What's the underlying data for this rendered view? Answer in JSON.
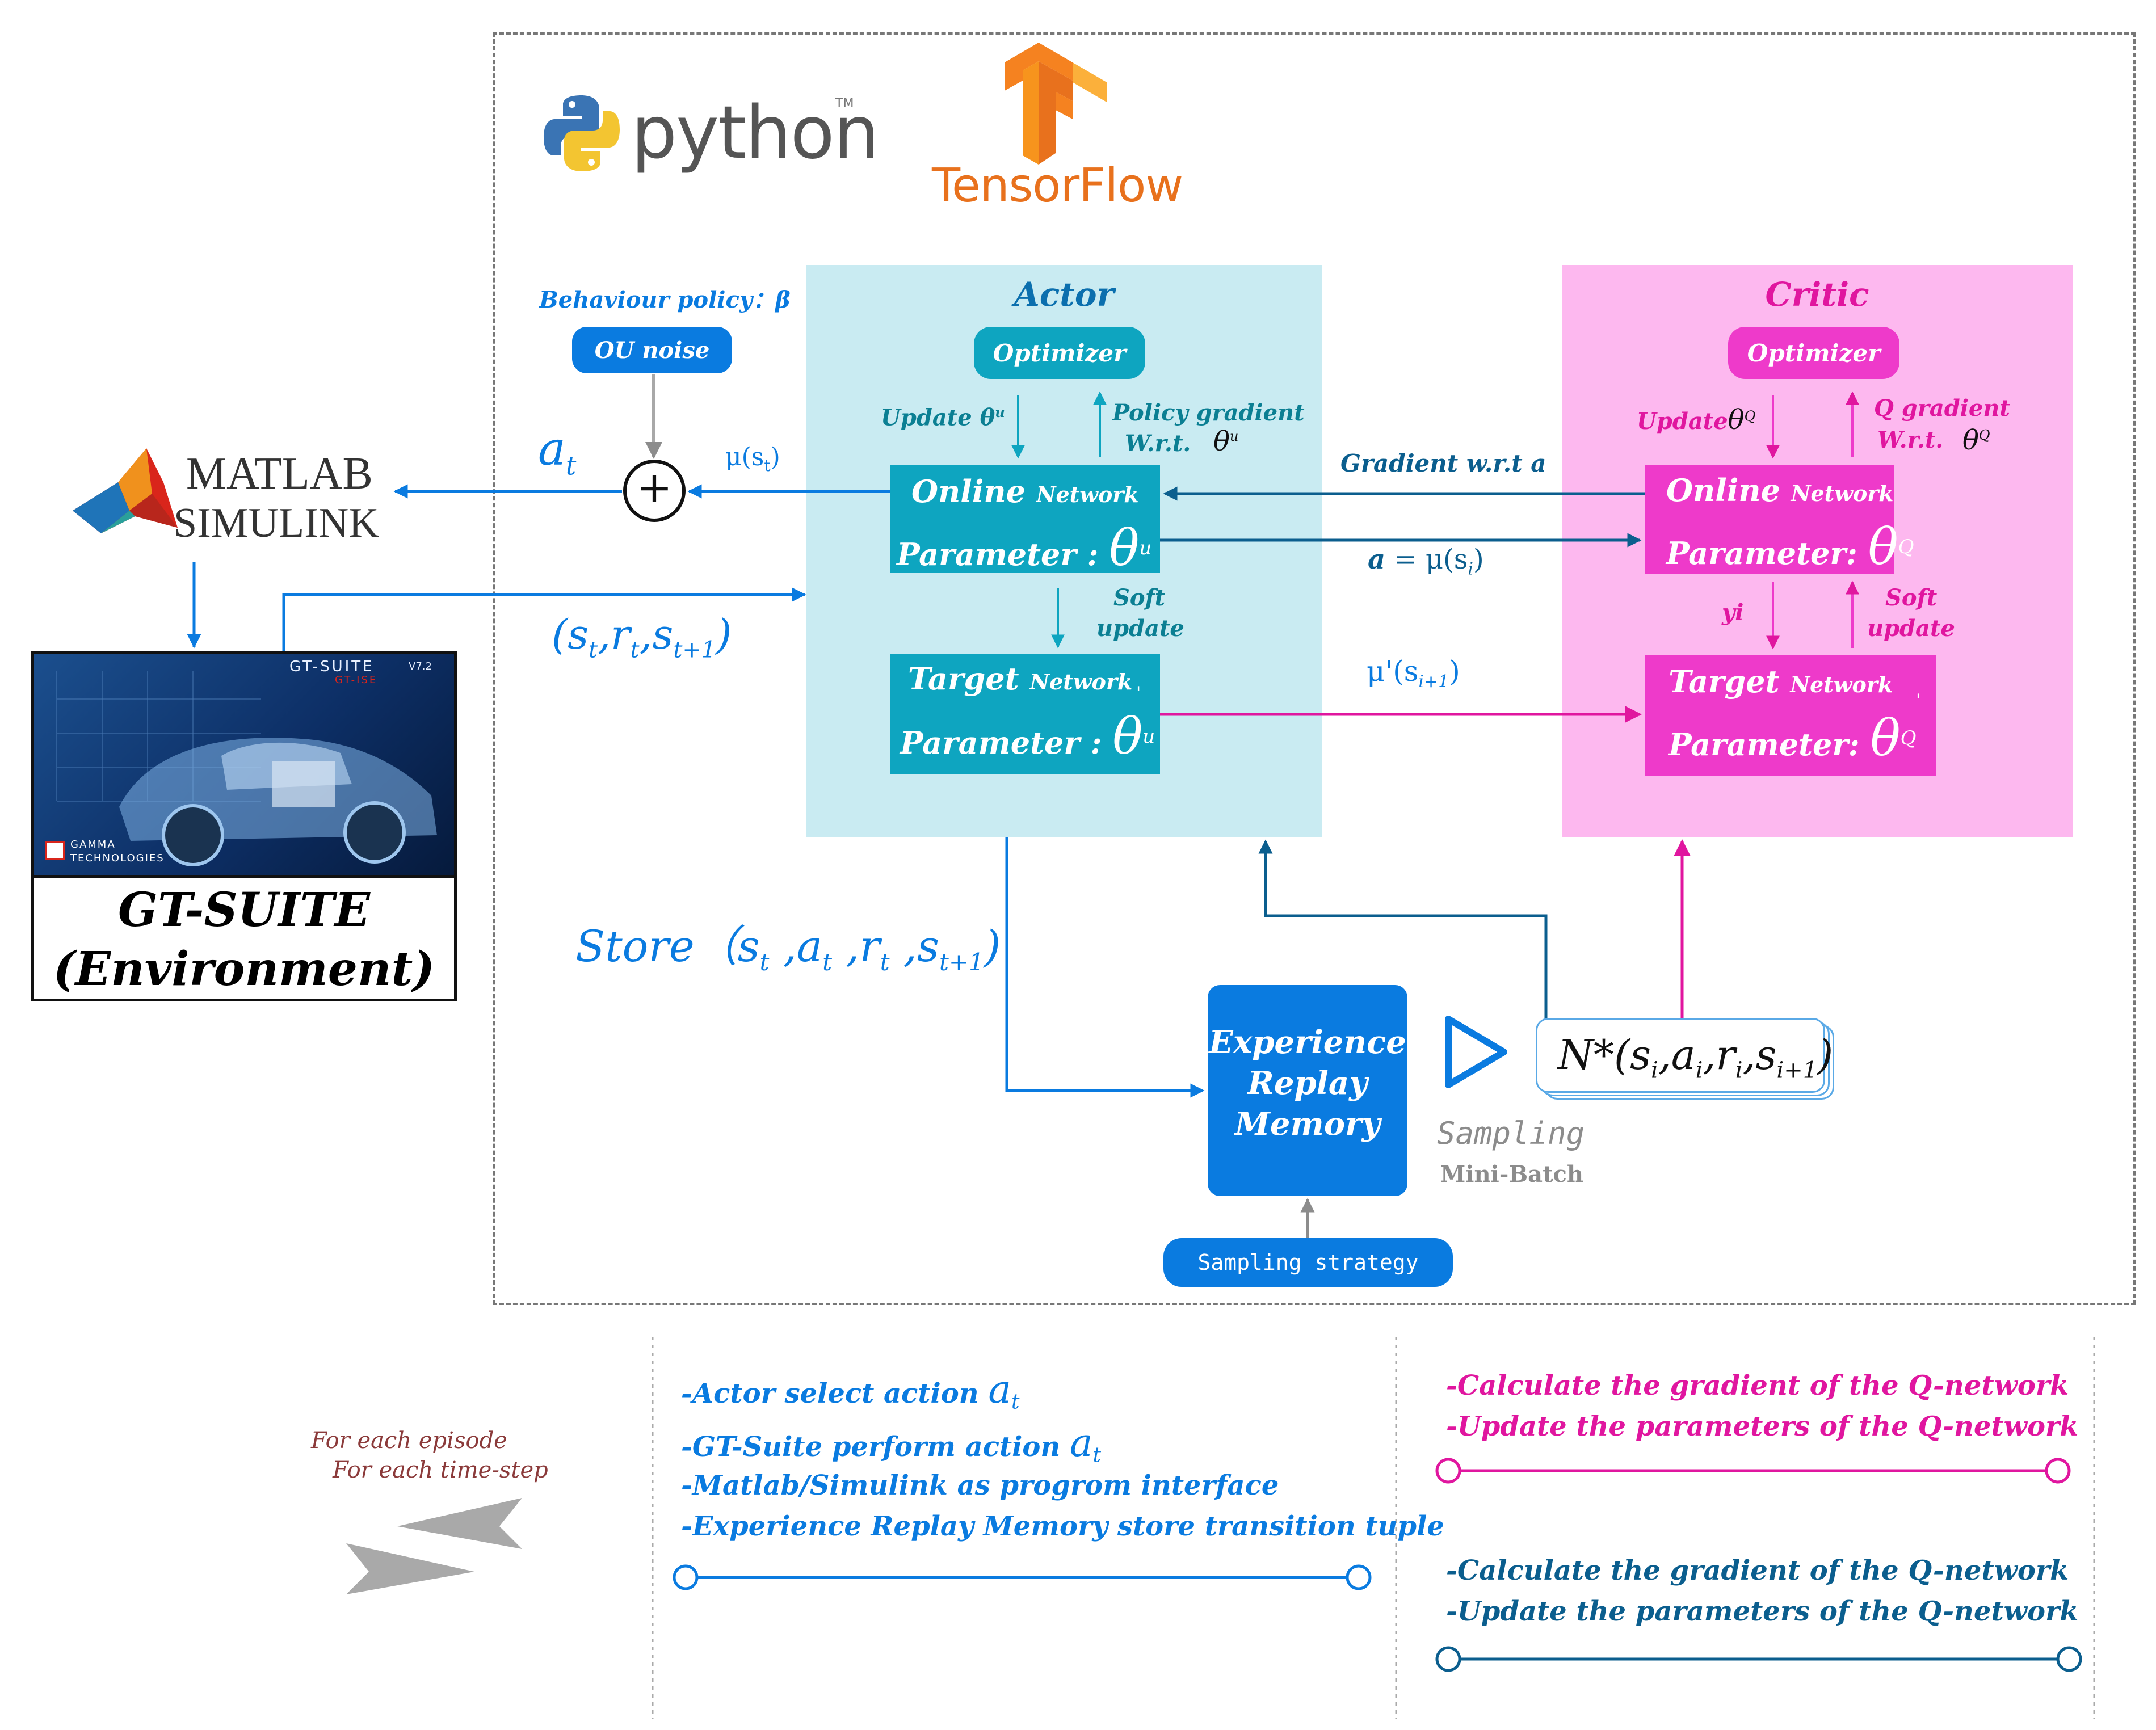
{
  "logos": {
    "python": "python",
    "python_tm": "TM",
    "tensorflow": "TensorFlow",
    "matlab_line1": "MATLAB",
    "matlab_line2": "SIMULINK",
    "gt_header": "GT-SUITE",
    "gt_version": "V7.2",
    "gt_sub": "GT-ISE",
    "gamma_line1": "GAMMA",
    "gamma_line2": "TECHNOLOGIES"
  },
  "environment": {
    "title": "GT-SUITE",
    "subtitle": "(Environment)"
  },
  "behaviour": {
    "label": "Behaviour policy：β",
    "noise": "OU noise",
    "action": "a",
    "action_sub": "t",
    "mu": "μ(s",
    "mu_sub": "t",
    "mu_close": ")",
    "plus": "+"
  },
  "actor": {
    "title": "Actor",
    "optimizer": "Optimizer",
    "update": "Update θ",
    "update_sup": "u",
    "policy_gradient": "Policy gradient",
    "wrt": "W.r.t.",
    "theta": "θ",
    "theta_sup": "u",
    "online": "Online",
    "network": "Network",
    "parameter": "Parameter :",
    "online_sup": "u",
    "soft": "Soft",
    "update_word": "update",
    "target": "Target",
    "target_sup": "u",
    "prime": "'"
  },
  "critic": {
    "title": "Critic",
    "optimizer": "Optimizer",
    "update": "Update",
    "update_theta": "θ",
    "update_sup": "Q",
    "q_gradient": "Q gradient",
    "wrt": "W.r.t.",
    "theta_sup": "Q",
    "online": "Online",
    "network": "Network",
    "parameter": "Parameter:",
    "online_sup": "Q",
    "yi": "yi",
    "soft": "Soft",
    "update_word": "update",
    "target": "Target",
    "target_sup": "Q",
    "prime": "'"
  },
  "links": {
    "gradient_wrt_a": "Gradient w.r.t a",
    "a_eq": "a",
    "a_eq_rest": "= μ(s",
    "a_eq_sub": "i",
    "a_eq_close": ")",
    "mu_prime": "μ'(s",
    "mu_prime_sub": "i+1",
    "mu_prime_close": ")",
    "state_tuple": "(s",
    "state_tuple_r": ",r",
    "state_tuple_s": ",s",
    "state_tuple_sub_t": "t",
    "state_tuple_sub_t1": "t+1",
    "state_tuple_close": ")"
  },
  "store": {
    "text": "Store（s",
    "a": " ,a",
    "r": " ,r",
    "s": " ,s",
    "sub_t": "t",
    "sub_t1": "t+1",
    "close": ")"
  },
  "replay": {
    "line1": "Experience",
    "line2": "Replay",
    "line3": "Memory",
    "sampling": "Sampling",
    "minibatch": "Mini-Batch",
    "strategy": "Sampling strategy",
    "batch_text": "N*(s",
    "batch_a": ",a",
    "batch_r": ",r",
    "batch_s": ",s",
    "batch_sub_i": "i",
    "batch_sub_i1": "i+1",
    "batch_close": ")"
  },
  "legend": {
    "for_episode": "For each episode",
    "for_timestep": "For each time-step",
    "actor_select": "-Actor select action",
    "gt_perform": "-GT-Suite perform action",
    "a_sym": "a",
    "a_sub": "t",
    "matlab_interface": "-Matlab/Simulink as progrom interface",
    "erm_store": "-Experience Replay Memory store transition tuple",
    "calc_grad_1": "-Calculate the gradient of the Q-network",
    "update_params_1": "-Update the parameters of the Q-network",
    "calc_grad_2": "-Calculate the gradient of the Q-network",
    "update_params_2": "-Update the parameters of the Q-network"
  },
  "colors": {
    "blue": "#0a7be0",
    "teal": "#0ea5c0",
    "teal_dark": "#0b7f93",
    "actor_bg": "#c9ebf2",
    "magenta": "#ee3aca",
    "critic_bg": "#fdb8ef",
    "pink_text": "#e0169f",
    "navy": "#0b5e8e",
    "dark_red": "#8b3a3a",
    "grey": "#8c8c8c"
  }
}
